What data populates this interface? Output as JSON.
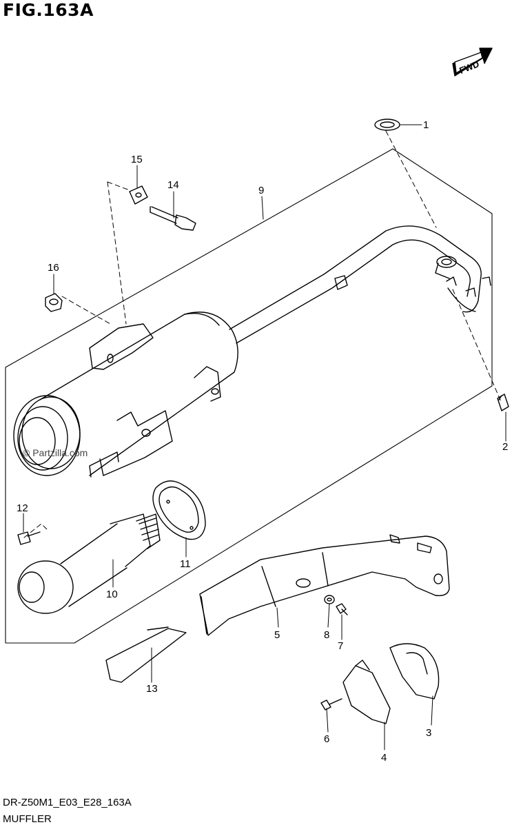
{
  "figure": {
    "title": "FIG.163A",
    "code": "DR-Z50M1_E03_E28_163A",
    "name": "MUFFLER"
  },
  "watermark": "© Partzilla.com",
  "direction_badge": "FWD",
  "callouts": [
    {
      "id": "c1",
      "label": "1"
    },
    {
      "id": "c2",
      "label": "2"
    },
    {
      "id": "c3",
      "label": "3"
    },
    {
      "id": "c4",
      "label": "4"
    },
    {
      "id": "c5",
      "label": "5"
    },
    {
      "id": "c6",
      "label": "6"
    },
    {
      "id": "c7",
      "label": "7"
    },
    {
      "id": "c8",
      "label": "8"
    },
    {
      "id": "c9",
      "label": "9"
    },
    {
      "id": "c10",
      "label": "10"
    },
    {
      "id": "c11",
      "label": "11"
    },
    {
      "id": "c12",
      "label": "12"
    },
    {
      "id": "c13",
      "label": "13"
    },
    {
      "id": "c14",
      "label": "14"
    },
    {
      "id": "c15",
      "label": "15"
    },
    {
      "id": "c16",
      "label": "16"
    }
  ]
}
